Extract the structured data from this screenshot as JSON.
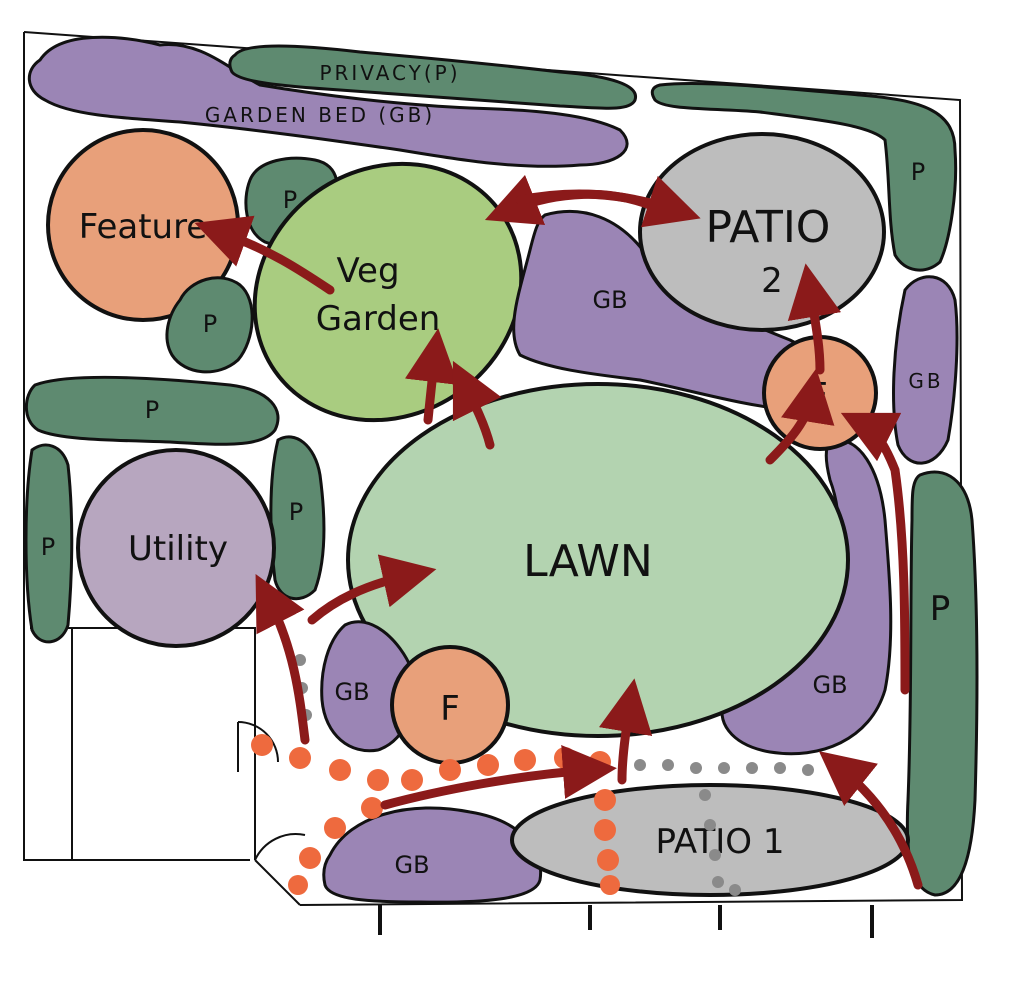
{
  "colors": {
    "privacy": "#5e8a70",
    "garden_bed": "#9b85b5",
    "feature": "#e8a07a",
    "veg_garden": "#a9cc80",
    "lawn": "#b3d3b0",
    "patio": "#bdbdbd",
    "utility": "#b7a6bf",
    "path_arrow": "#8b1a1a",
    "stepping_stones": "#ee6a3e",
    "gravel_dots": "#8a8a8a"
  },
  "labels": {
    "privacy_top": "PRIVACY(P)",
    "garden_bed_top": "GARDEN BED (GB)",
    "feature_main": "Feature",
    "veg_line1": "Veg",
    "veg_line2": "Garden",
    "patio2_line1": "PATIO",
    "patio2_line2": "2",
    "lawn": "LAWN",
    "utility": "Utility",
    "patio1": "PATIO 1",
    "p": "P",
    "gb": "GB",
    "f": "F"
  }
}
